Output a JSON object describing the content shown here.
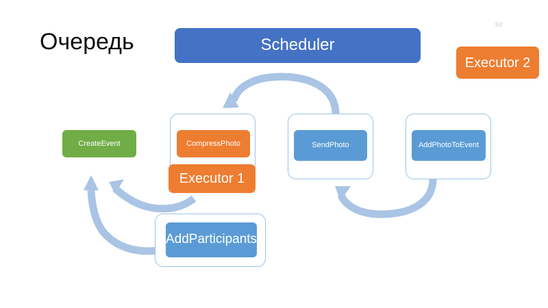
{
  "slide": {
    "title": "Очередь",
    "page_number": "50",
    "background_color": "#FFFFFF"
  },
  "palette": {
    "scheduler_blue": "#4472C4",
    "executor_orange": "#ED7D31",
    "task_blue": "#5B9BD5",
    "task_green": "#70AD47",
    "arrow_blue": "#A9C4E4",
    "card_border": "#9DC3E6",
    "title_text": "#0D0D0D",
    "page_number_text": "#C9C9C9"
  },
  "nodes": {
    "scheduler": {
      "label": "Scheduler",
      "color": "#4472C4"
    },
    "executor2": {
      "label": "Executor 2",
      "color": "#ED7D31"
    },
    "executor1": {
      "label": "Executor 1",
      "color": "#ED7D31"
    },
    "createevent": {
      "label": "CreateEvent",
      "color": "#70AD47"
    },
    "compressphoto": {
      "label": "CompressPhoto",
      "color": "#ED7D31"
    },
    "sendphoto": {
      "label": "SendPhoto",
      "color": "#5B9BD5"
    },
    "addphototoevent": {
      "label": "AddPhotoToEvent",
      "color": "#5B9BD5"
    },
    "addparticipants": {
      "label": "AddParticipants",
      "color": "#5B9BD5"
    }
  },
  "queue_order": [
    "CreateEvent",
    "CompressPhoto",
    "SendPhoto",
    "AddPhotoToEvent",
    "AddParticipants"
  ],
  "arrows": [
    {
      "name": "sendphoto-to-compressphoto",
      "from": "SendPhoto",
      "to": "CompressPhoto",
      "color": "#A9C4E4"
    },
    {
      "name": "addphototoevent-to-sendphoto",
      "from": "AddPhotoToEvent",
      "to": "SendPhoto",
      "color": "#A9C4E4"
    },
    {
      "name": "compressphoto-to-createevent",
      "from": "CompressPhoto",
      "to": "CreateEvent",
      "color": "#A9C4E4"
    },
    {
      "name": "addparticipants-to-createevent",
      "from": "AddParticipants",
      "to": "CreateEvent",
      "color": "#A9C4E4"
    }
  ]
}
